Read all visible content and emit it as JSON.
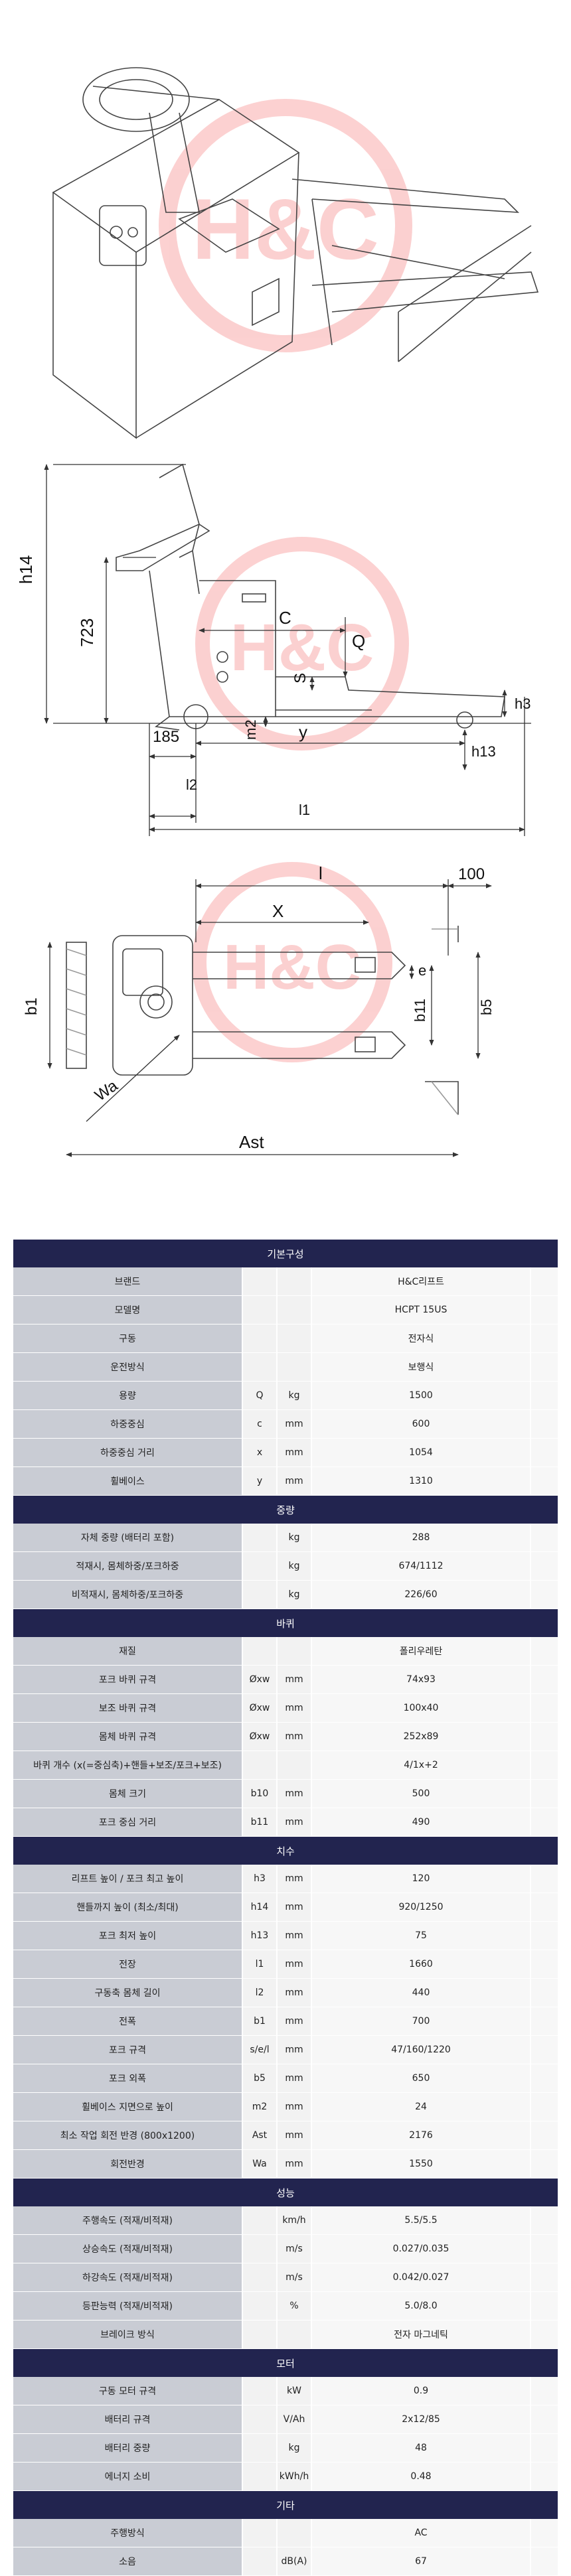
{
  "drawings": {
    "watermark": "H&C",
    "side": {
      "h14": "h14",
      "h_723": "723",
      "C": "C",
      "Q": "Q",
      "S": "S",
      "m2": "m2",
      "y": "y",
      "d185": "185",
      "h3": "h3",
      "h13": "h13",
      "l2": "l2",
      "l1": "l1"
    },
    "top": {
      "l": "l",
      "d100": "100",
      "X": "X",
      "e": "e",
      "b1": "b1",
      "b11": "b11",
      "b5": "b5",
      "Wa": "Wa",
      "Ast": "Ast"
    }
  },
  "sections": [
    {
      "title": "기본구성",
      "rows": [
        {
          "name": "브랜드",
          "sym": "",
          "unit": "",
          "val": "H&C리프트"
        },
        {
          "name": "모델명",
          "sym": "",
          "unit": "",
          "val": "HCPT 15US"
        },
        {
          "name": "구동",
          "sym": "",
          "unit": "",
          "val": "전자식"
        },
        {
          "name": "운전방식",
          "sym": "",
          "unit": "",
          "val": "보행식"
        },
        {
          "name": "용량",
          "sym": "Q",
          "unit": "kg",
          "val": "1500"
        },
        {
          "name": "하중중심",
          "sym": "c",
          "unit": "mm",
          "val": "600"
        },
        {
          "name": "하중중심 거리",
          "sym": "x",
          "unit": "mm",
          "val": "1054"
        },
        {
          "name": "휠베이스",
          "sym": "y",
          "unit": "mm",
          "val": "1310"
        }
      ]
    },
    {
      "title": "중량",
      "rows": [
        {
          "name": "자체 중량 (배터리 포함)",
          "sym": "",
          "unit": "kg",
          "val": "288"
        },
        {
          "name": "적재시, 몸체하중/포크하중",
          "sym": "",
          "unit": "kg",
          "val": "674/1112"
        },
        {
          "name": "비적재시, 몸체하중/포크하중",
          "sym": "",
          "unit": "kg",
          "val": "226/60"
        }
      ]
    },
    {
      "title": "바퀴",
      "rows": [
        {
          "name": "재질",
          "sym": "",
          "unit": "",
          "val": "폴리우레탄"
        },
        {
          "name": "포크 바퀴 규격",
          "sym": "Øxw",
          "unit": "mm",
          "val": "74x93"
        },
        {
          "name": "보조 바퀴 규격",
          "sym": "Øxw",
          "unit": "mm",
          "val": "100x40"
        },
        {
          "name": "몸체 바퀴 규격",
          "sym": "Øxw",
          "unit": "mm",
          "val": "252x89"
        },
        {
          "name": "바퀴 개수 (x(=중심축)+핸들+보조/포크+보조)",
          "sym": "",
          "unit": "",
          "val": "4/1x+2"
        },
        {
          "name": "몸체 크기",
          "sym": "b10",
          "unit": "mm",
          "val": "500"
        },
        {
          "name": "포크 중심 거리",
          "sym": "b11",
          "unit": "mm",
          "val": "490"
        }
      ]
    },
    {
      "title": "치수",
      "rows": [
        {
          "name": "리프트 높이 / 포크 최고 높이",
          "sym": "h3",
          "unit": "mm",
          "val": "120"
        },
        {
          "name": "핸들까지 높이 (최소/최대)",
          "sym": "h14",
          "unit": "mm",
          "val": "920/1250"
        },
        {
          "name": "포크 최저 높이",
          "sym": "h13",
          "unit": "mm",
          "val": "75"
        },
        {
          "name": "전장",
          "sym": "l1",
          "unit": "mm",
          "val": "1660"
        },
        {
          "name": "구동축 몸체 길이",
          "sym": "l2",
          "unit": "mm",
          "val": "440"
        },
        {
          "name": "전폭",
          "sym": "b1",
          "unit": "mm",
          "val": "700"
        },
        {
          "name": "포크 규격",
          "sym": "s/e/l",
          "unit": "mm",
          "val": "47/160/1220"
        },
        {
          "name": "포크 외폭",
          "sym": "b5",
          "unit": "mm",
          "val": "650"
        },
        {
          "name": "휠베이스 지면으로 높이",
          "sym": "m2",
          "unit": "mm",
          "val": "24"
        },
        {
          "name": "최소 작업 회전 반경 (800x1200)",
          "sym": "Ast",
          "unit": "mm",
          "val": "2176"
        },
        {
          "name": "회전반경",
          "sym": "Wa",
          "unit": "mm",
          "val": "1550"
        }
      ]
    },
    {
      "title": "성능",
      "rows": [
        {
          "name": "주행속도 (적재/비적재)",
          "sym": "",
          "unit": "km/h",
          "val": "5.5/5.5"
        },
        {
          "name": "상승속도 (적재/비적재)",
          "sym": "",
          "unit": "m/s",
          "val": "0.027/0.035"
        },
        {
          "name": "하강속도 (적재/비적재)",
          "sym": "",
          "unit": "m/s",
          "val": "0.042/0.027"
        },
        {
          "name": "등판능력 (적재/비적재)",
          "sym": "",
          "unit": "%",
          "val": "5.0/8.0"
        },
        {
          "name": "브레이크 방식",
          "sym": "",
          "unit": "",
          "val": "전자 마그네틱"
        }
      ]
    },
    {
      "title": "모터",
      "rows": [
        {
          "name": "구동 모터 규격",
          "sym": "",
          "unit": "kW",
          "val": "0.9"
        },
        {
          "name": "배터리 규격",
          "sym": "",
          "unit": "V/Ah",
          "val": "2x12/85"
        },
        {
          "name": "배터리 중량",
          "sym": "",
          "unit": "kg",
          "val": "48"
        },
        {
          "name": "에너지 소비",
          "sym": "",
          "unit": "kWh/h",
          "val": "0.48"
        }
      ]
    },
    {
      "title": "기타",
      "rows": [
        {
          "name": "주행방식",
          "sym": "",
          "unit": "",
          "val": "AC"
        },
        {
          "name": "소음",
          "sym": "",
          "unit": "dB(A)",
          "val": "67"
        }
      ]
    }
  ]
}
